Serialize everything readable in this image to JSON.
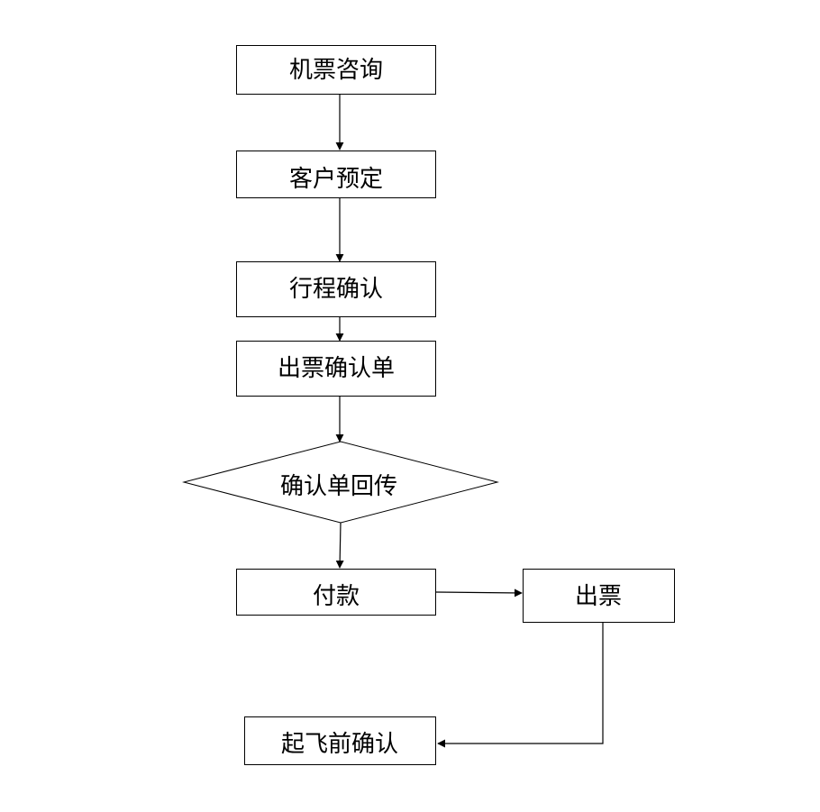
{
  "flowchart": {
    "nodes": [
      {
        "id": "consult",
        "label": "机票咨询",
        "shape": "rect"
      },
      {
        "id": "reserve",
        "label": "客户预定",
        "shape": "rect"
      },
      {
        "id": "itinerary",
        "label": "行程确认",
        "shape": "rect"
      },
      {
        "id": "ticket_confirm",
        "label": "出票确认单",
        "shape": "rect"
      },
      {
        "id": "return_confirm",
        "label": "确认单回传",
        "shape": "diamond"
      },
      {
        "id": "payment",
        "label": "付款",
        "shape": "rect"
      },
      {
        "id": "issue",
        "label": "出票",
        "shape": "rect"
      },
      {
        "id": "predeparture",
        "label": "起飞前确认",
        "shape": "rect"
      }
    ],
    "edges": [
      {
        "from": "consult",
        "to": "reserve"
      },
      {
        "from": "reserve",
        "to": "itinerary"
      },
      {
        "from": "itinerary",
        "to": "ticket_confirm"
      },
      {
        "from": "ticket_confirm",
        "to": "return_confirm"
      },
      {
        "from": "return_confirm",
        "to": "payment"
      },
      {
        "from": "payment",
        "to": "issue"
      },
      {
        "from": "issue",
        "to": "predeparture"
      }
    ]
  }
}
